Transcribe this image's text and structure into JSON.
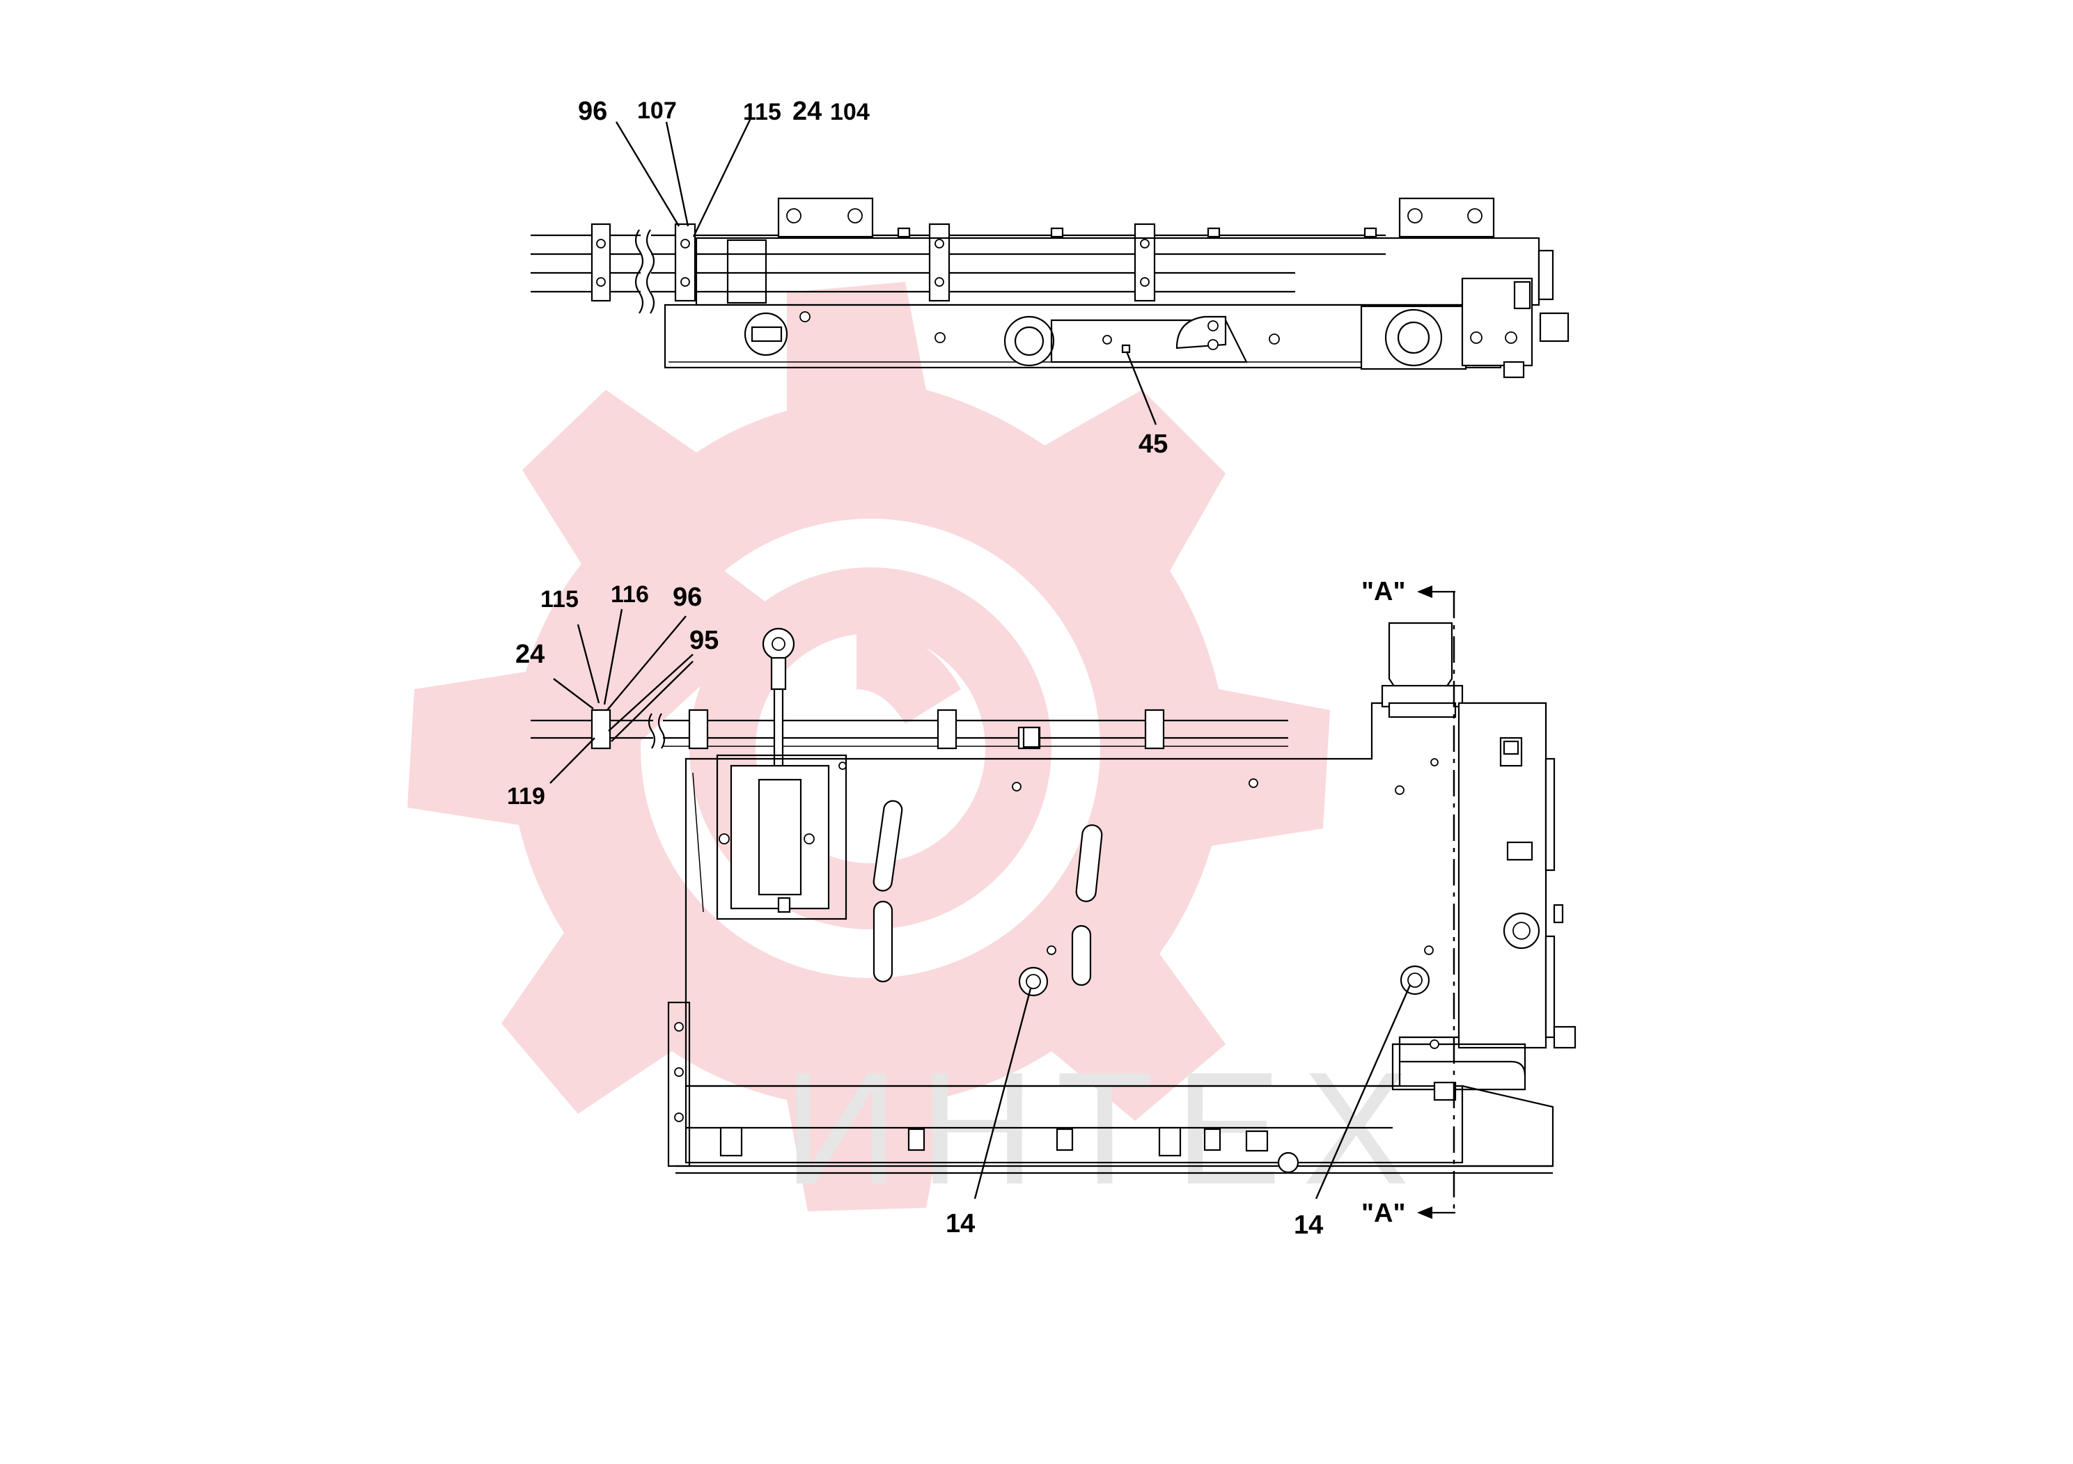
{
  "watermark": {
    "text": "ИНТЕХ",
    "gear_color": "#f9d9dc",
    "text_color": "#e6e6e6"
  },
  "top_view": {
    "callouts": [
      "96",
      "107",
      "115",
      "24",
      "104",
      "45"
    ]
  },
  "side_view": {
    "callouts": [
      "115",
      "116",
      "96",
      "24",
      "95",
      "119",
      "14",
      "14"
    ],
    "section_label_top": "\"A\"",
    "section_label_bottom": "\"A\""
  }
}
